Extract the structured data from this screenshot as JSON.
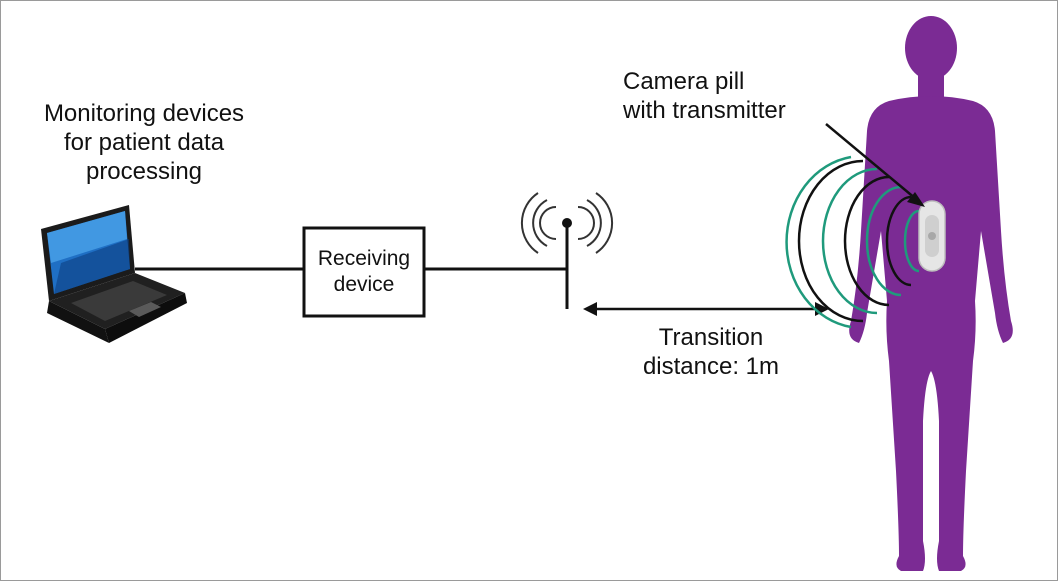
{
  "labels": {
    "monitoring": [
      "Monitoring devices",
      "for patient data",
      "processing"
    ],
    "receiver": [
      "Receiving",
      "device"
    ],
    "camera_pill": [
      "Camera pill",
      "with transmitter"
    ],
    "transition": [
      "Transition",
      "distance: 1m"
    ]
  },
  "colors": {
    "body": "#7b2b94",
    "body_shadow": "#6a1f82",
    "waves": "#1f9a7c",
    "lines": "#111111",
    "laptop_body": "#1b1b1b",
    "laptop_screen": "#2a7fd0",
    "pill": "#e6e6e6"
  },
  "icons": {
    "computer": "laptop-icon",
    "antenna": "antenna-icon",
    "patient": "human-silhouette-icon",
    "pill": "camera-pill-icon"
  }
}
